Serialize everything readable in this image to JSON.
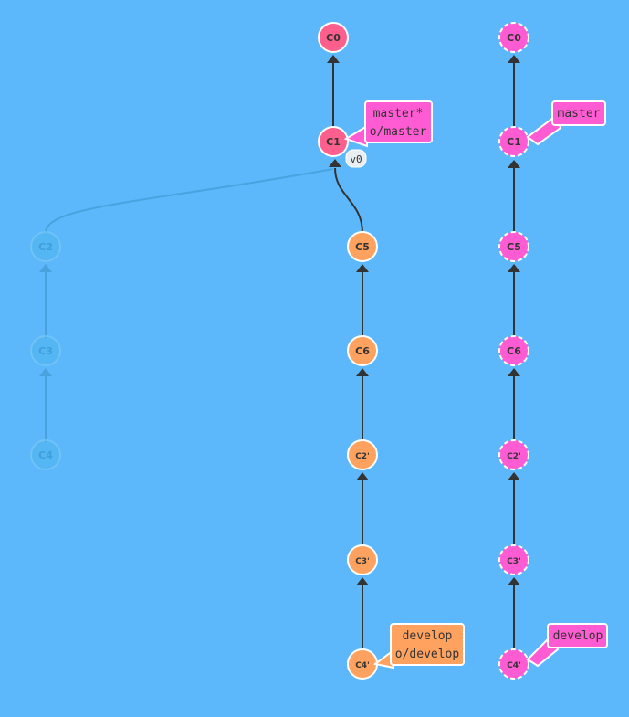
{
  "colors": {
    "background": "#5cb8fb",
    "edge": "#333333",
    "ghost_edge": "#4aa0d8",
    "commit_red": "#ff5f8d",
    "commit_orange": "#ffa25f",
    "commit_ghost": "#4fb6ee",
    "remote_pink": "#ff5cd3",
    "white": "#ffffff"
  },
  "graph": {
    "ghost_commits": [
      {
        "id": "C2",
        "label": "C2"
      },
      {
        "id": "C3",
        "label": "C3"
      },
      {
        "id": "C4",
        "label": "C4"
      }
    ],
    "local_commits": [
      {
        "id": "C0",
        "label": "C0",
        "color": "red"
      },
      {
        "id": "C1",
        "label": "C1",
        "color": "red"
      },
      {
        "id": "C5",
        "label": "C5",
        "color": "orange"
      },
      {
        "id": "C6",
        "label": "C6",
        "color": "orange"
      },
      {
        "id": "C2p",
        "label": "C2'",
        "color": "orange"
      },
      {
        "id": "C3p",
        "label": "C3'",
        "color": "orange"
      },
      {
        "id": "C4p",
        "label": "C4'",
        "color": "orange"
      }
    ],
    "remote_commits": [
      {
        "id": "rC0",
        "label": "C0"
      },
      {
        "id": "rC1",
        "label": "C1"
      },
      {
        "id": "rC5",
        "label": "C5"
      },
      {
        "id": "rC6",
        "label": "C6"
      },
      {
        "id": "rC2p",
        "label": "C2'"
      },
      {
        "id": "rC3p",
        "label": "C3'"
      },
      {
        "id": "rC4p",
        "label": "C4'"
      }
    ],
    "local_branch_tags": {
      "master": {
        "lines": [
          "master*",
          "o/master"
        ]
      },
      "develop": {
        "lines": [
          "develop",
          "o/develop"
        ]
      }
    },
    "remote_branch_tags": {
      "master": {
        "lines": [
          "master"
        ]
      },
      "develop": {
        "lines": [
          "develop"
        ]
      }
    },
    "tag_v0": "v0"
  }
}
